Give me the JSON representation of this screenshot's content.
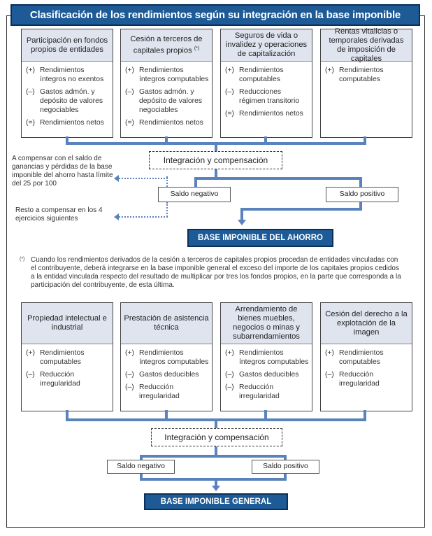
{
  "title": "Clasificación de los rendimientos según su integración en la base imponible",
  "top_cards": [
    {
      "header": "Participación en fondos propios de entidades",
      "items": [
        {
          "sign": "(+)",
          "text": "Rendimientos íntegros no exentos"
        },
        {
          "sign": "(–)",
          "text": "Gastos admón. y depósito de valores negociables"
        },
        {
          "sign": "(=)",
          "text": "Rendimientos netos"
        }
      ]
    },
    {
      "header": "Cesión a terceros de capitales propios",
      "header_note": "(*)",
      "items": [
        {
          "sign": "(+)",
          "text": "Rendimientos íntegros computables"
        },
        {
          "sign": "(–)",
          "text": "Gastos admón. y depósito de valores negociables"
        },
        {
          "sign": "(=)",
          "text": "Rendimientos netos"
        }
      ]
    },
    {
      "header": "Seguros de vida o invalidez y operaciones de capitalización",
      "items": [
        {
          "sign": "(+)",
          "text": "Rendimientos computables"
        },
        {
          "sign": "(–)",
          "text": "Reducciones régimen transitorio"
        },
        {
          "sign": "(=)",
          "text": "Rendimientos netos"
        }
      ]
    },
    {
      "header": "Rentas vitalicias o temporales derivadas de imposición de capitales",
      "items": [
        {
          "sign": "(+)",
          "text": "Rendimientos computables"
        }
      ]
    }
  ],
  "top_integration": "Integración y compensación",
  "top_saldo_negativo": "Saldo negativo",
  "top_saldo_positivo": "Saldo positivo",
  "note_compensar": "A compensar con el saldo de ganancias y pérdidas de la base imponible del ahorro hasta límite del 25 por 100",
  "note_resto": "Resto a compensar en los 4 ejercicios siguientes",
  "base_ahorro": "BASE IMPONIBLE DEL AHORRO",
  "footnote_mark": "(*)",
  "footnote": "Cuando los rendimientos derivados de la cesión a terceros de capitales propios procedan de entidades vinculadas con el contribuyente, deberá integrarse en la base imponible general el exceso del importe de los capitales propios cedidos a la entidad vinculada respecto del resultado de multiplicar por tres los fondos propios, en la parte que corresponda a la participación del contribuyente, de esta última.",
  "bottom_cards": [
    {
      "header": "Propiedad intelectual e industrial",
      "items": [
        {
          "sign": "(+)",
          "text": "Rendimientos computables"
        },
        {
          "sign": "(–)",
          "text": "Reducción irregularidad"
        }
      ]
    },
    {
      "header": "Prestación de asistencia técnica",
      "items": [
        {
          "sign": "(+)",
          "text": "Rendimientos íntegros computables"
        },
        {
          "sign": "(–)",
          "text": "Gastos deducibles"
        },
        {
          "sign": "(–)",
          "text": "Reducción irregularidad"
        }
      ]
    },
    {
      "header": "Arrendamiento de bienes muebles, negocios o minas y subarrendamientos",
      "items": [
        {
          "sign": "(+)",
          "text": "Rendimientos íntegros computables"
        },
        {
          "sign": "(–)",
          "text": "Gastos deducibles"
        },
        {
          "sign": "(–)",
          "text": "Reducción irregularidad"
        }
      ]
    },
    {
      "header": "Cesión del derecho a la explotación de la imagen",
      "items": [
        {
          "sign": "(+)",
          "text": "Rendimientos computables"
        },
        {
          "sign": "(–)",
          "text": "Reducción irregularidad"
        }
      ]
    }
  ],
  "bottom_integration": "Integración y compensación",
  "bottom_saldo_negativo": "Saldo negativo",
  "bottom_saldo_positivo": "Saldo positivo",
  "base_general": "BASE IMPONIBLE GENERAL",
  "colors": {
    "accent": "#1d5a96",
    "connector": "#5a82bc",
    "header_bg": "#dfe4ef"
  }
}
